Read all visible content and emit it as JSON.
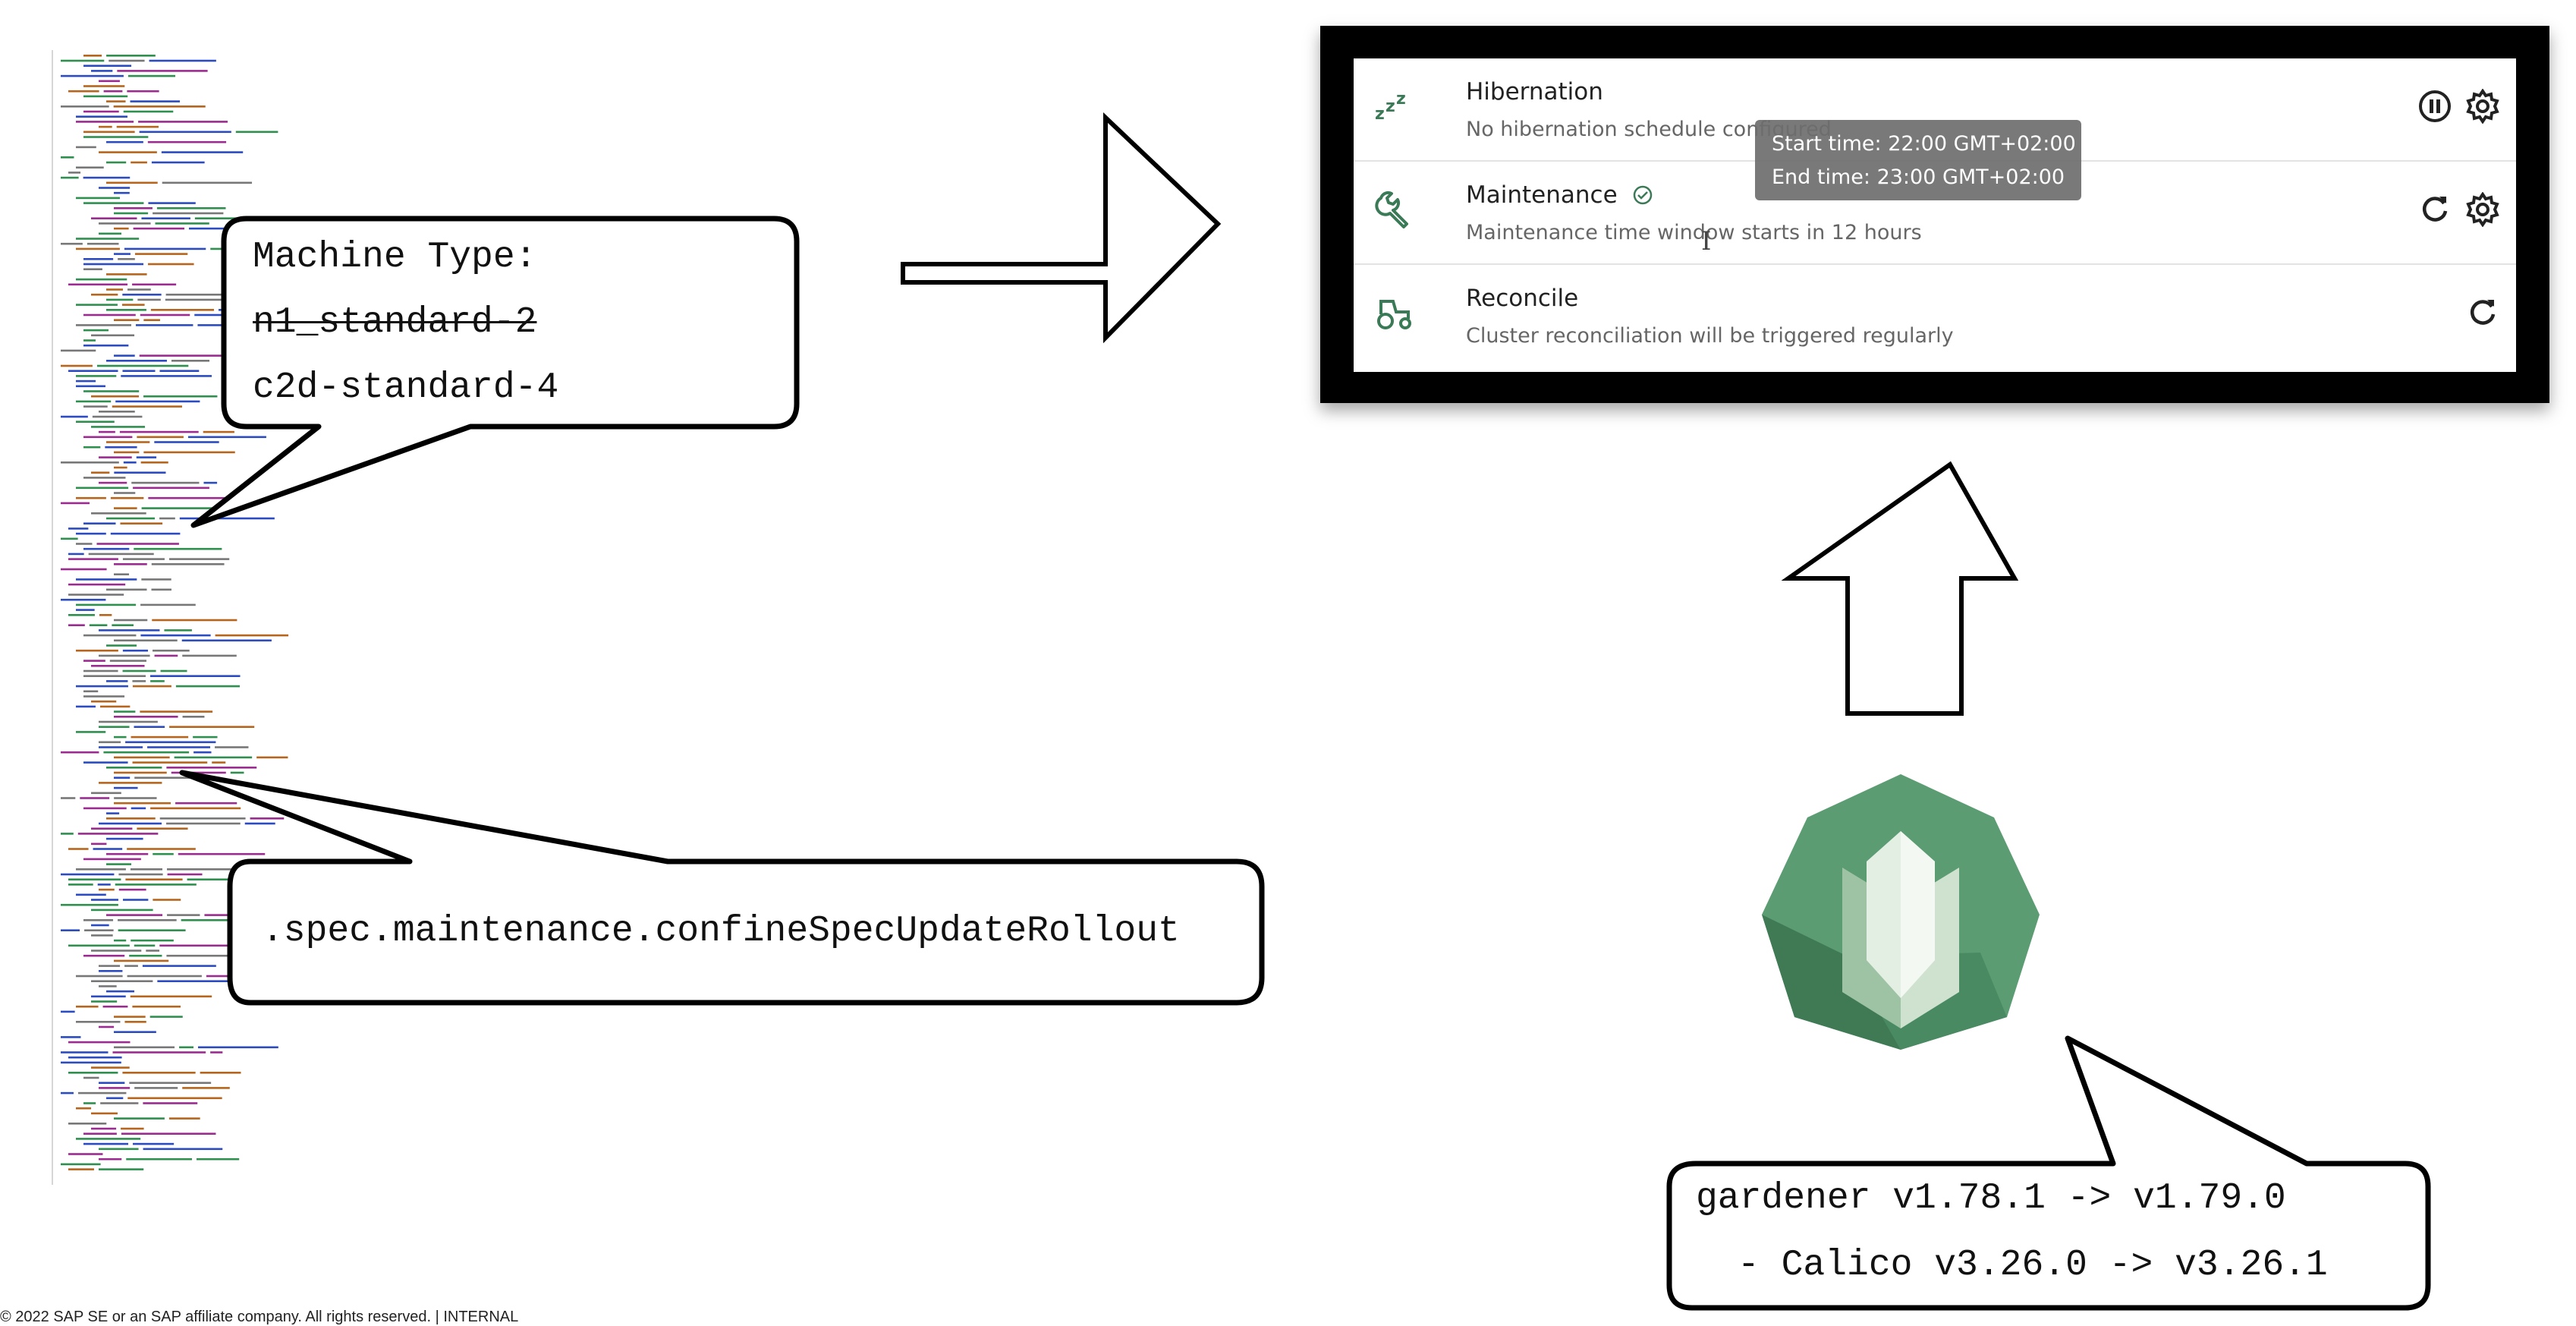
{
  "callouts": {
    "machine_type": {
      "title": "Machine Type:",
      "old_value": "n1_standard-2",
      "new_value": "c2d-standard-4"
    },
    "spec": {
      "text": ".spec.maintenance.confineSpecUpdateRollout"
    },
    "gardener": {
      "line1": "gardener v1.78.1 -> v1.79.0",
      "line2": "- Calico v3.26.0 -> v3.26.1"
    }
  },
  "dashboard": {
    "rows": [
      {
        "title": "Hibernation",
        "subtitle": "No hibernation schedule configured",
        "icon": "zzz-sleep-icon"
      },
      {
        "title": "Maintenance",
        "subtitle": "Maintenance time window starts in 12 hours",
        "icon": "wrench-icon"
      },
      {
        "title": "Reconcile",
        "subtitle": "Cluster reconciliation will be triggered regularly",
        "icon": "tractor-icon"
      }
    ],
    "tooltip": {
      "start": "Start time: 22:00 GMT+02:00",
      "end": "End time: 23:00 GMT+02:00"
    },
    "colors": {
      "accent": "#3b7a57",
      "frame": "#000000"
    }
  },
  "logo": {
    "name": "gardener-logo",
    "colors": {
      "dark": "#3f7a55",
      "mid": "#5b9c72",
      "light": "#e4efe3"
    }
  },
  "footer": {
    "text": "© 2022 SAP SE or an SAP affiliate company. All rights reserved.  |  INTERNAL"
  }
}
